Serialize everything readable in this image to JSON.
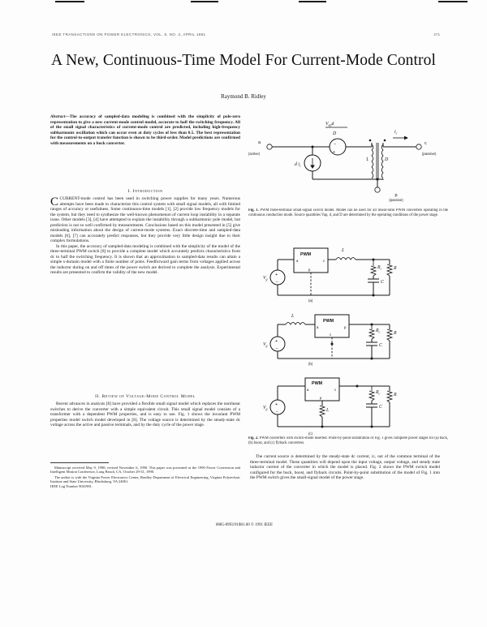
{
  "document": {
    "journal_header": "IEEE TRANSACTIONS ON POWER ELECTRONICS, VOL. 6, NO. 2, APRIL 1991",
    "page_number": "271",
    "title": "A New, Continuous-Time Model For Current-Mode Control",
    "author": "Raymond B. Ridley",
    "copyright_line": "0885-8993/91$01.00 © 1991 IEEE"
  },
  "abstract": {
    "lead_label": "Abstract—",
    "text": "The accuracy of sampled-data modeling is combined with the simplicity of pole-zero representation to give a new current-mode control model, accurate to half the switching frequency. All of the small signal characteristics of current-mode control are predicted, including high-frequency subharmonic oscillation which can occur even at duty cycles of less than 0.5. The best representation for the control-to-output transfer function is shown to be third-order. Model predictions are confirmed with measurements on a buck converter."
  },
  "sections": [
    {
      "number": "I.",
      "title": "Introduction",
      "paragraphs": [
        "CURRENT-mode control has been used in switching power supplies for many years. Numerous attempts have been made to characterize this control system with small signal models, all with limited ranges of accuracy or usefulness. Some continuous-time models [1], [2] provide low frequency models for the system, but they need to synthesize the well-known phenomenon of current loop instability in a separate issue. Other models [3], [4] have attempted to explain the instability through a subharmonic pole model, but prediction is not so well confirmed by measurements. Conclusions based on this model presented in [5] give misleading information about the design of current-mode systems. Exact discrete-time and sampled-data models [6], [7] can accurately predict responses, but they provide very little design insight due to their complex formulations.",
        "In this paper, the accuracy of sampled-data modeling is combined with the simplicity of the model of the three-terminal PWM switch [8] to provide a complete model which accurately predicts characteristics from dc to half the switching frequency. It is shown that an approximation to sampled-data results can attain a simple s-domain model with a finite number of poles. Feedforward gain terms from voltages applied across the inductor during on and off times of the power switch are derived to complete the analysis. Experimental results are presented to confirm the validity of the new model."
      ]
    },
    {
      "number": "II.",
      "title": "Review of Voltage-Mode Control Model",
      "paragraphs": [
        "Recent advances in analysis [8] have provided a flexible small signal model which replaces the nonlinear switches to derive the converter with a simple equivalent circuit. This small signal model consists of a transformer with a dependent PWM properties, and is easy to use. Fig. 1 shows the invariant PWM properties model switch model developed in [8]. The voltage source is determined by the steady-state dc voltage across the active and passive terminals, and by the duty cycle of the power stage."
      ]
    }
  ],
  "figures": [
    {
      "id": "fig1",
      "caption_label": "Fig. 1.",
      "caption": "PWM three-terminal small-signal switch model. Model can be used for all linear-ratio PWM converters operating in the continuous conduction mode. Source quantities Vap, d, and D are determined by the operating conditions of the power stage.",
      "labels": {
        "terminal_a": "a",
        "terminal_a_sub": "(active)",
        "terminal_c": "c",
        "terminal_c_sub": "(passive)",
        "terminal_p": "p",
        "terminal_p_sub": "(passive)",
        "voltage_source": "V",
        "voltage_source_sub": "ap",
        "voltage_source_num": "d",
        "voltage_source_den": "D",
        "current_source": "d i",
        "current_source_sub": "c",
        "transformer_left": "1",
        "transformer_right": "D",
        "current_ic": "i",
        "current_ic_sub": "c"
      }
    },
    {
      "id": "fig2",
      "caption_label": "Fig. 2.",
      "caption": "PWM converters with switch-mode inserted. Point-by-point substitution of Fig. 1 gives complete power stages for (a) buck, (b) boost, and (c) flyback converters.",
      "subfigures": [
        "(a)",
        "(b)",
        "(c)"
      ],
      "labels": {
        "pwm_block": "PWM",
        "source": "V",
        "source_sub": "g",
        "inductor": "L",
        "capacitor": "C",
        "esr": "R",
        "esr_sub": "c",
        "load": "R",
        "node_a": "a",
        "node_c": "c",
        "node_p": "p"
      }
    }
  ],
  "right_column_text": {
    "paragraph": "The current source is determined by the steady-state dc current, ic, out of the common terminal of the three-terminal model. These quantities will depend upon the input voltage, output voltage, and steady state inductor current of the converter in which the model is placed. Fig. 2 shows the PWM switch model configured for the buck, boost, and flyback circuits. Point-by-point substitution of the model of Fig. 1 into the PWM switch gives the small-signal model of the power stage."
  },
  "footnotes": [
    "Manuscript received May 9, 1990; revised November 6, 1990. This paper was presented at the 1990 Power Conversion and Intelligent Motion Conference, Long Beach, CA, October 29-31, 1990.",
    "The author is with the Virginia Power Electronics Center, Bradley Department of Electrical Engineering, Virginia Polytechnic Institute and State University, Blacksburg, VA 24061.",
    "IEEE Log Number 9041981."
  ]
}
